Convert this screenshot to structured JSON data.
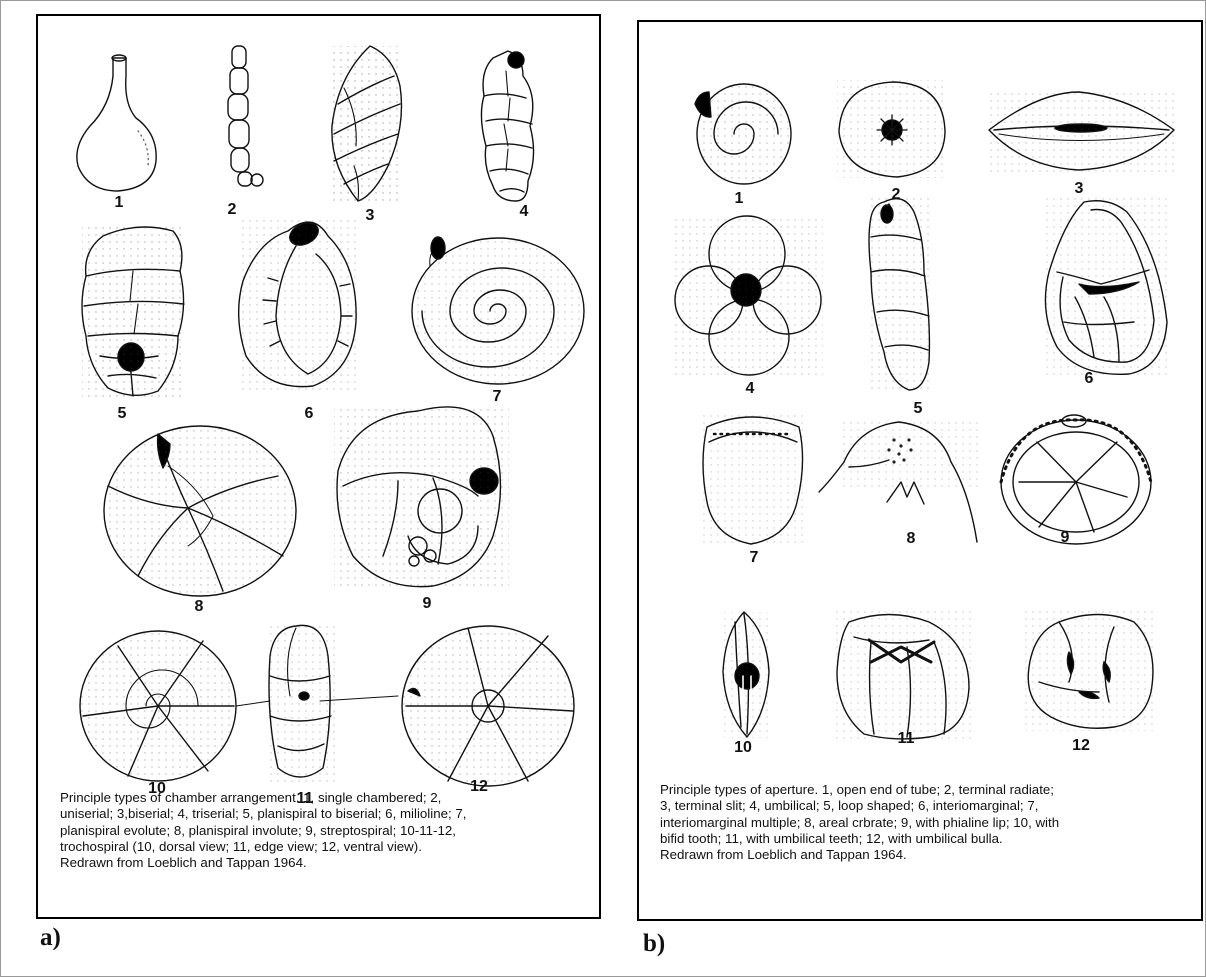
{
  "panel_a": {
    "label": "a)",
    "figure_numbers": [
      "1",
      "2",
      "3",
      "4",
      "5",
      "6",
      "7",
      "8",
      "9",
      "10",
      "11",
      "12"
    ],
    "caption": "Principle types of chamber arrangement. 1, single chambered; 2,\nuniserial; 3,biserial; 4, triserial; 5, planispiral to biserial; 6, milioline; 7,\nplanispiral evolute; 8, planispiral involute; 9, streptospiral; 10-11-12,\n trochospiral (10, dorsal view; 11, edge view; 12, ventral view).\nRedrawn from Loeblich and Tappan 1964."
  },
  "panel_b": {
    "label": "b)",
    "figure_numbers": [
      "1",
      "2",
      "3",
      "4",
      "5",
      "6",
      "7",
      "8",
      "9",
      "10",
      "11",
      "12"
    ],
    "caption": "Principle types of aperture. 1, open end of tube; 2, terminal radiate;\n3, terminal slit; 4, umbilical; 5, loop shaped; 6, interiomarginal; 7,\ninteriomarginal multiple; 8, areal crbrate; 9, with phialine lip; 10, with\nbifid tooth; 11, with umbilical teeth; 12, with umbilical bulla.\nRedrawn from Loeblich and Tappan 1964."
  }
}
